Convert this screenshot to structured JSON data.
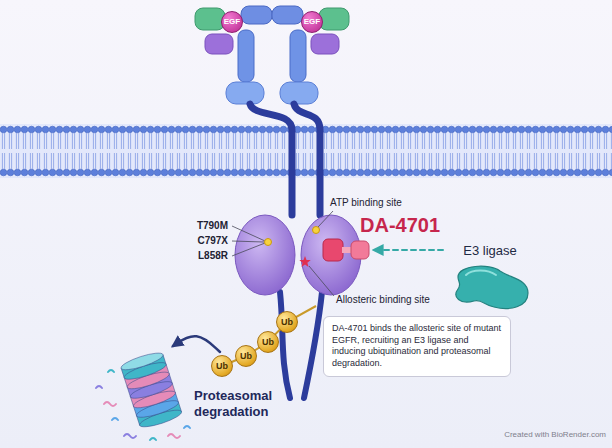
{
  "diagram": {
    "caption": "DA-4701 binds the allosteric site of mutant EGFR, recruiting an E3 ligase and inducing ubiquitination and proteasomal degradation.",
    "nodes": [
      {
        "text": [
          "EGF"
        ]
      },
      {
        "text": [
          "EGF"
        ]
      },
      {
        "text": [
          "DA-4701"
        ]
      },
      {
        "text": [
          "E3 ligase"
        ]
      },
      {
        "text": [
          "Ub"
        ]
      },
      {
        "text": [
          "Ub"
        ]
      },
      {
        "text": [
          "Ub"
        ]
      },
      {
        "text": [
          "Ub"
        ]
      },
      {
        "text": [
          "Proteasomal degradation"
        ]
      }
    ],
    "edges": [
      {
        "from": 3,
        "to": 2,
        "arrow": "to"
      },
      {
        "from": 7,
        "to": 8,
        "arrow": "to"
      }
    ],
    "labels": [
      "ATP binding site",
      "T790M",
      "C797X",
      "L858R",
      "Allosteric binding site",
      "Created with BioRender.com"
    ]
  }
}
